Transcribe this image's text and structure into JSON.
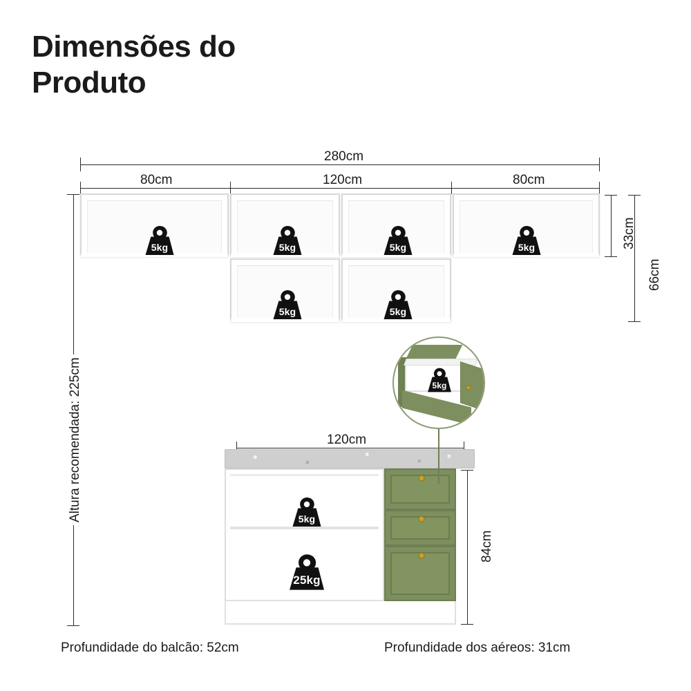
{
  "title": "Dimensões do\nProduto",
  "dimensions": {
    "total_width": "280cm",
    "left_module_width": "80cm",
    "center_module_width": "120cm",
    "right_module_width": "80cm",
    "upper_single_height": "33cm",
    "upper_total_height": "66cm",
    "recommended_height": "Altura recomendada: 225cm",
    "counter_width": "120cm",
    "counter_height": "84cm"
  },
  "weights": {
    "upper_left": "5kg",
    "upper_center_top_left": "5kg",
    "upper_center_top_right": "5kg",
    "upper_right": "5kg",
    "upper_center_bottom_left": "5kg",
    "upper_center_bottom_right": "5kg",
    "drawer_callout": "5kg",
    "counter_shelf": "5kg",
    "counter_base": "25kg"
  },
  "footnotes": {
    "counter_depth": "Profundidade do balcão: 52cm",
    "upper_depth": "Profundidade dos aéreos: 31cm"
  },
  "colors": {
    "green": "#7d8f5f",
    "counter_stone": "#cfcfcf",
    "line": "#2b2b2b",
    "text": "#1b1b1b"
  }
}
